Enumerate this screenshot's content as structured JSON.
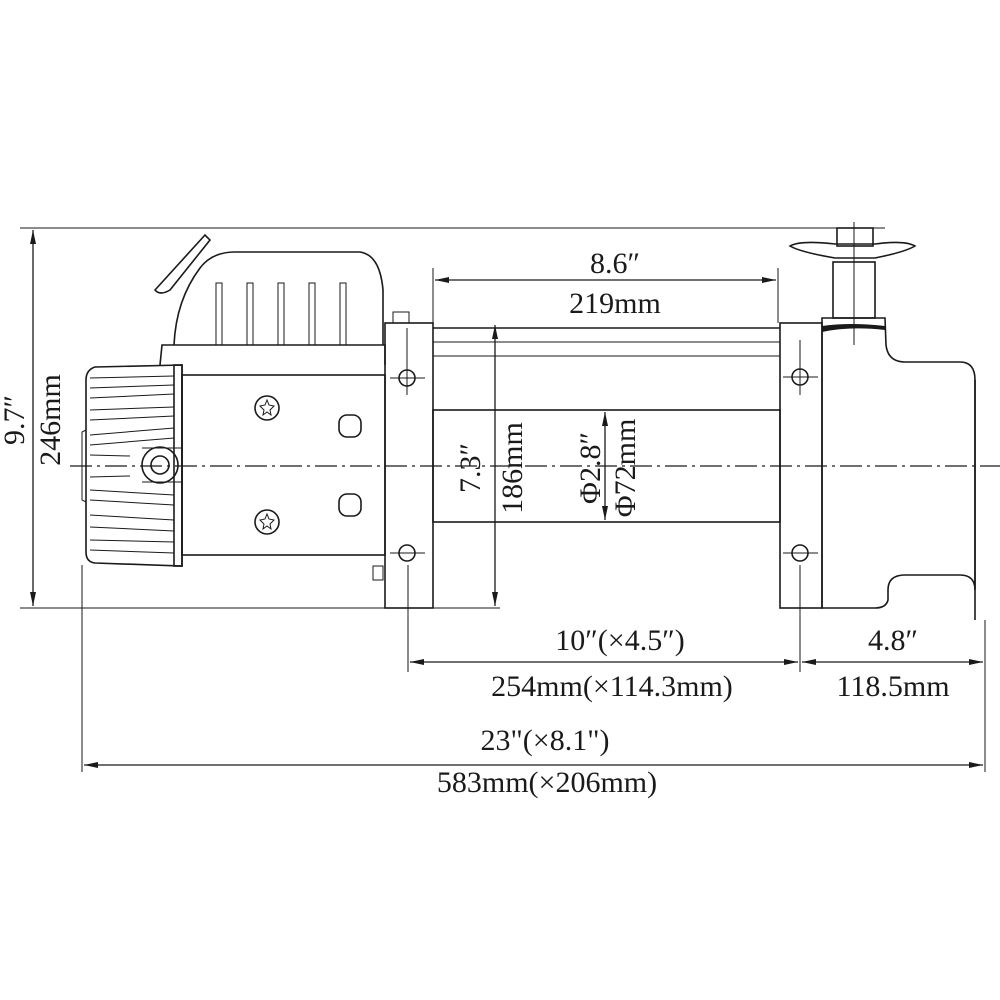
{
  "dimensions": {
    "overall_height": {
      "inch": "9.7″",
      "mm": "246mm"
    },
    "drum_length": {
      "inch": "8.6″",
      "mm": "219mm"
    },
    "flange_height": {
      "inch": "7.3″",
      "mm": "186mm"
    },
    "drum_diameter": {
      "inch": "Φ2.8″",
      "mm": "Φ72mm"
    },
    "mount_spacing": {
      "inch": "10″(×4.5″)",
      "mm": "254mm(×114.3mm)"
    },
    "gearbox_length": {
      "inch": "4.8″",
      "mm": "118.5mm"
    },
    "overall_length": {
      "inch": "23\"(×8.1\")",
      "mm": "583mm(×206mm)"
    }
  }
}
